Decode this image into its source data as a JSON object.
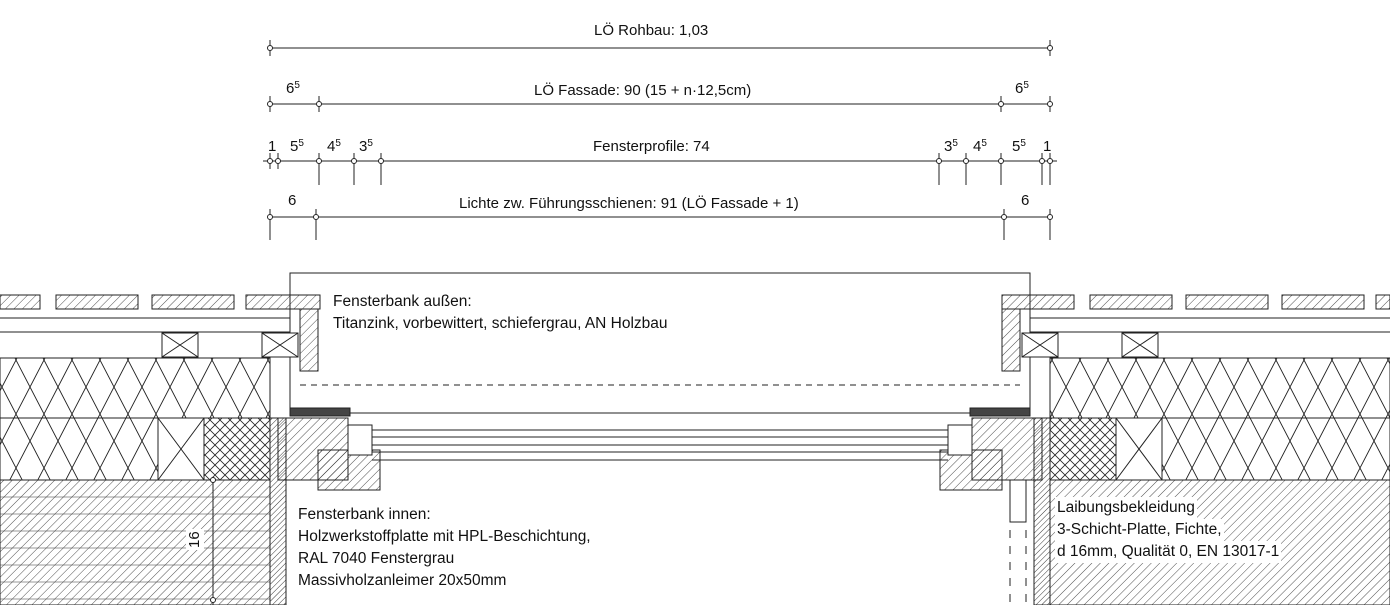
{
  "dimensions": {
    "rohbau": "LÖ Rohbau: 1,03",
    "fassade": "LÖ Fassade: 90 (15 + n·12,5cm)",
    "fenster": "Fensterprofile: 74",
    "lichte": "Lichte zw. Führungsschienen: 91 (LÖ Fassade + 1)"
  },
  "small_dims": {
    "six": "6",
    "one": "1",
    "five": "5",
    "four": "4",
    "three": "3",
    "sup5": "5"
  },
  "notes": {
    "bank_aussen": [
      "Fensterbank außen:",
      "Titanzink, vorbewittert, schiefergrau, AN Holzbau"
    ],
    "bank_innen": [
      "Fensterbank innen:",
      "Holzwerkstoffplatte mit HPL-Beschichtung,",
      "RAL 7040 Fenstergrau",
      "Massivholzanleimer 20x50mm"
    ],
    "laibung": [
      "Laibungsbekleidung",
      "3-Schicht-Platte, Fichte,",
      "d 16mm, Qualität 0, EN 13017-1"
    ]
  },
  "side_dim": "16"
}
